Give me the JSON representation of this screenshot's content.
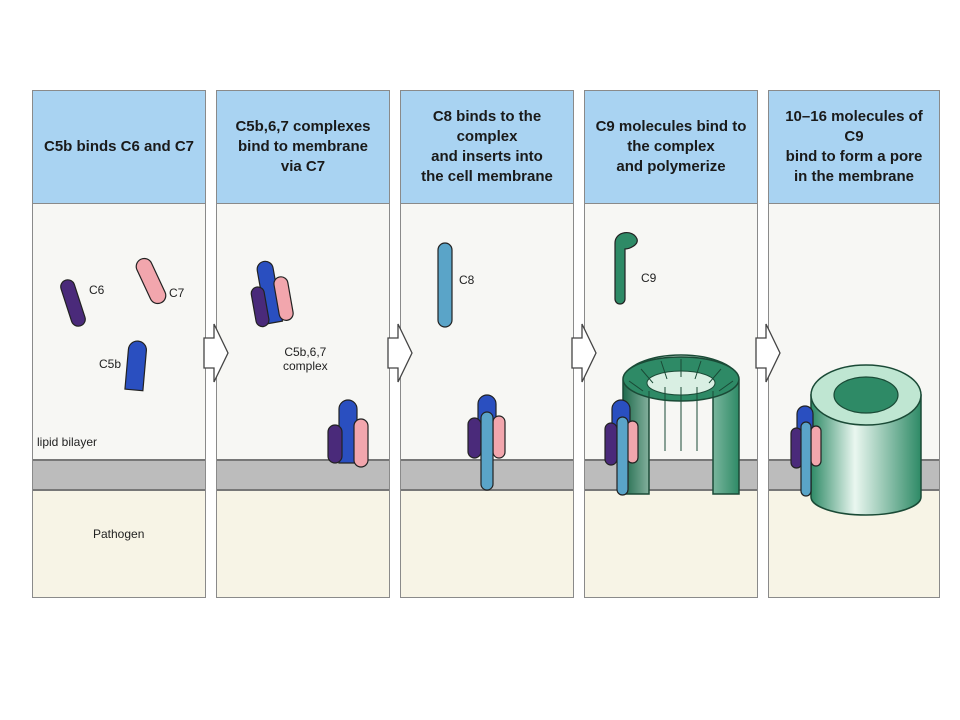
{
  "diagram": {
    "colors": {
      "header": "#a9d3f2",
      "panel": "#f7f7f4",
      "membrane": "#bcbcbc",
      "pathogen": "#f7f4e6",
      "c6": "#4a2a7a",
      "c7": "#f2a6ad",
      "c5b": "#2a4fc0",
      "c8": "#5aa4c8",
      "c9": "#2e8a66"
    },
    "panels": [
      {
        "title": "C5b binds C6 and C7",
        "labels": {
          "c6": "C6",
          "c7": "C7",
          "c5b": "C5b",
          "lipid": "lipid bilayer",
          "pathogen": "Pathogen"
        }
      },
      {
        "title": "C5b,6,7 complexes\nbind to membrane\nvia C7",
        "labels": {
          "complex": "C5b,6,7\ncomplex"
        }
      },
      {
        "title": "C8 binds to the complex\nand inserts into\nthe cell membrane",
        "labels": {
          "c8": "C8"
        }
      },
      {
        "title": "C9 molecules bind to\nthe complex\nand polymerize",
        "labels": {
          "c9": "C9"
        }
      },
      {
        "title": "10–16 molecules of C9\nbind to form a pore\nin the membrane",
        "labels": {}
      }
    ]
  }
}
